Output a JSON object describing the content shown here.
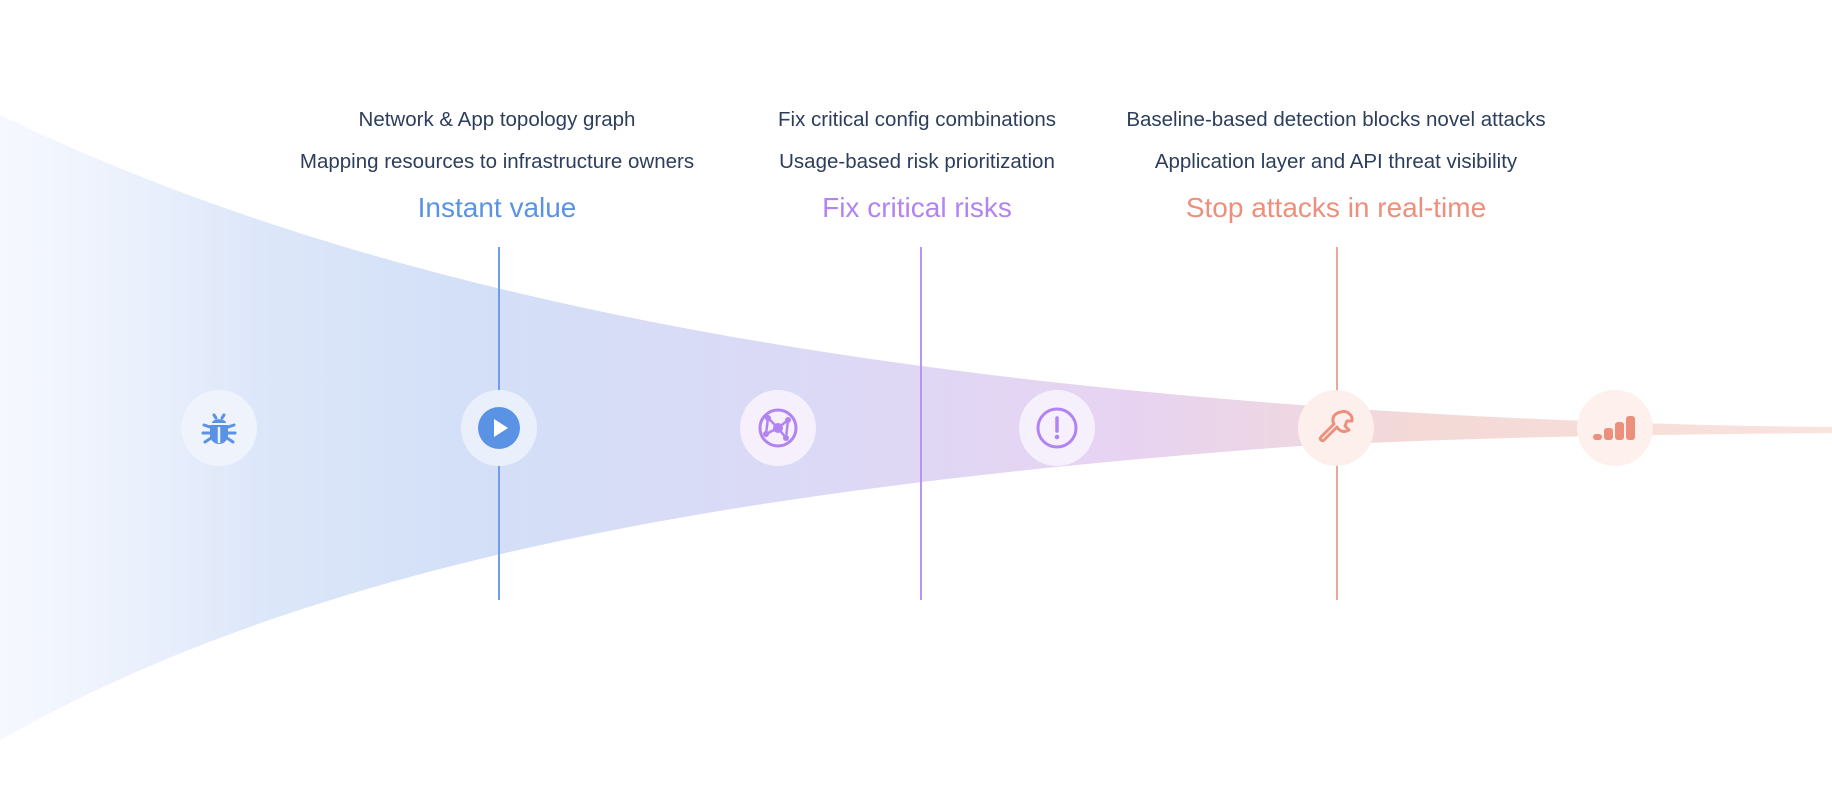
{
  "stages": [
    {
      "title": "Instant value",
      "lines": [
        "Network & App topology graph",
        "Mapping resources to infrastructure owners"
      ]
    },
    {
      "title": "Fix critical risks",
      "lines": [
        "Fix critical config combinations",
        "Usage-based risk prioritization"
      ]
    },
    {
      "title": "Stop attacks in real-time",
      "lines": [
        "Baseline-based detection blocks novel attacks",
        "Application layer and API threat visibility"
      ]
    }
  ],
  "nodes": [
    {
      "icon": "bug-icon"
    },
    {
      "icon": "play-icon"
    },
    {
      "icon": "network-globe-icon"
    },
    {
      "icon": "alert-circle-icon"
    },
    {
      "icon": "wrench-icon"
    },
    {
      "icon": "signal-bars-icon"
    }
  ],
  "colors": {
    "blue": "#5b93e4",
    "purple": "#b184f2",
    "salmon": "#ec8f7c",
    "text": "#2c3e5c"
  }
}
